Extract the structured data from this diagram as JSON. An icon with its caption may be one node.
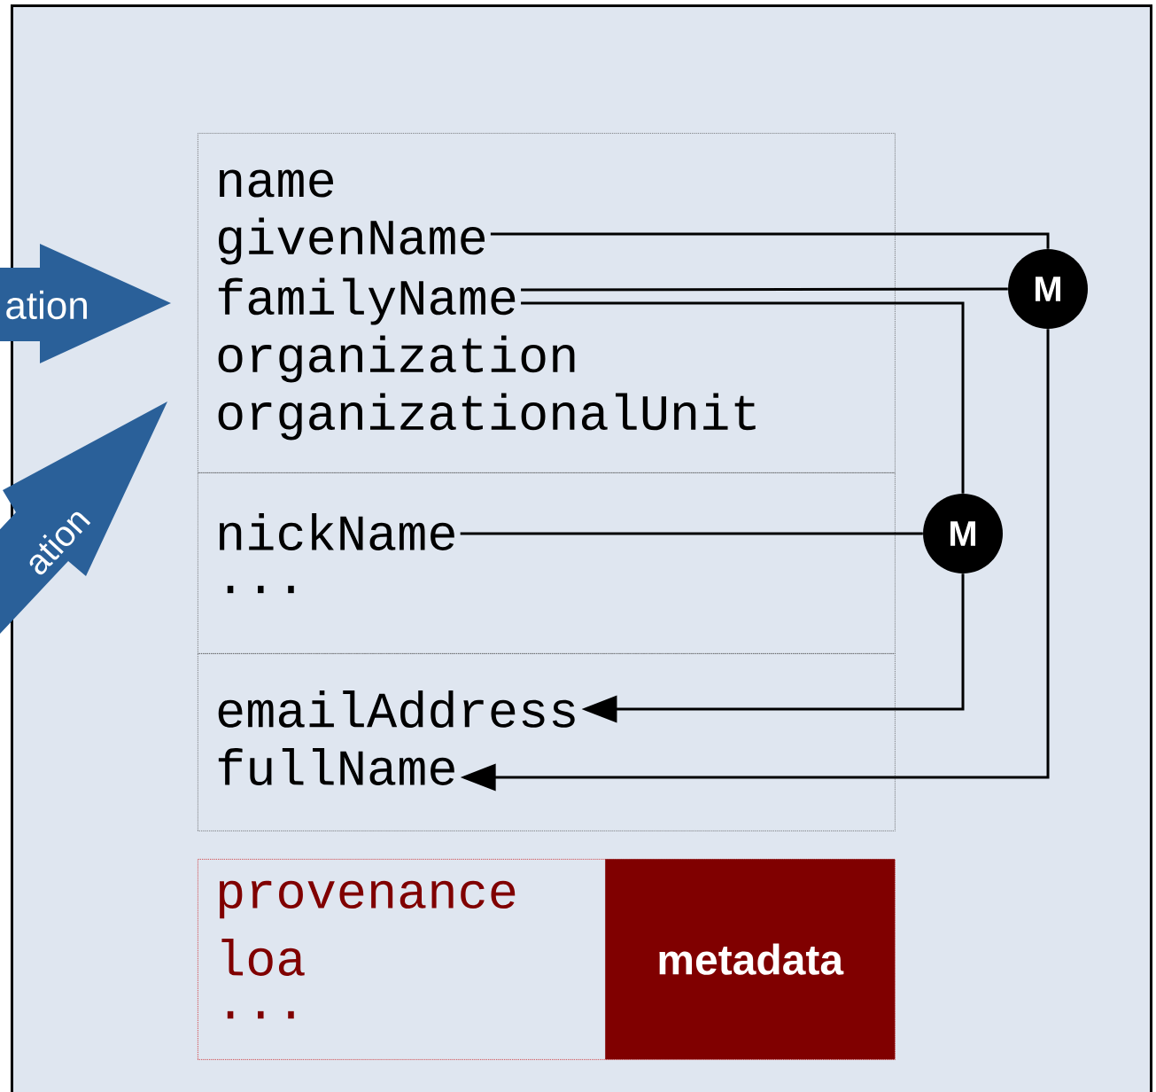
{
  "diagram": {
    "nodes": [
      {
        "text": [],
        "shape": "box"
      },
      {
        "text": [],
        "shape": "box",
        "in": 0
      },
      {
        "text": [
          "name"
        ],
        "in": 1
      },
      {
        "text": [
          "givenName"
        ],
        "in": 1
      },
      {
        "text": [
          "familyName"
        ],
        "in": 1
      },
      {
        "text": [
          "organization"
        ],
        "in": 1
      },
      {
        "text": [
          "organizationalUnit"
        ],
        "in": 1
      },
      {
        "text": [],
        "shape": "box",
        "in": 0
      },
      {
        "text": [
          "nickName"
        ],
        "in": 7
      },
      {
        "text": [
          "..."
        ],
        "in": 7
      },
      {
        "text": [],
        "shape": "box",
        "in": 0
      },
      {
        "text": [
          "emailAddress"
        ],
        "in": 10
      },
      {
        "text": [
          "fullName"
        ],
        "in": 10
      },
      {
        "text": [],
        "shape": "box",
        "in": 0
      },
      {
        "text": [
          "provenance"
        ],
        "in": 13
      },
      {
        "text": [
          "loa"
        ],
        "in": 13
      },
      {
        "text": [
          "..."
        ],
        "in": 13
      },
      {
        "text": [
          "metadata"
        ],
        "in": 13
      },
      {
        "text": [
          "M"
        ],
        "in": 0
      },
      {
        "text": [
          "M"
        ],
        "in": 0
      },
      {
        "text": [
          "ation"
        ]
      },
      {
        "text": [
          "ation"
        ]
      }
    ],
    "edges": [
      {
        "from": 3,
        "to": 18,
        "arrow": "none"
      },
      {
        "from": 4,
        "to": 18,
        "arrow": "none"
      },
      {
        "from": 4,
        "to": 19,
        "arrow": "none"
      },
      {
        "from": 8,
        "to": 19,
        "arrow": "none"
      },
      {
        "from": 19,
        "to": 11,
        "arrow": "to"
      },
      {
        "from": 18,
        "to": 12,
        "arrow": "to"
      }
    ]
  }
}
